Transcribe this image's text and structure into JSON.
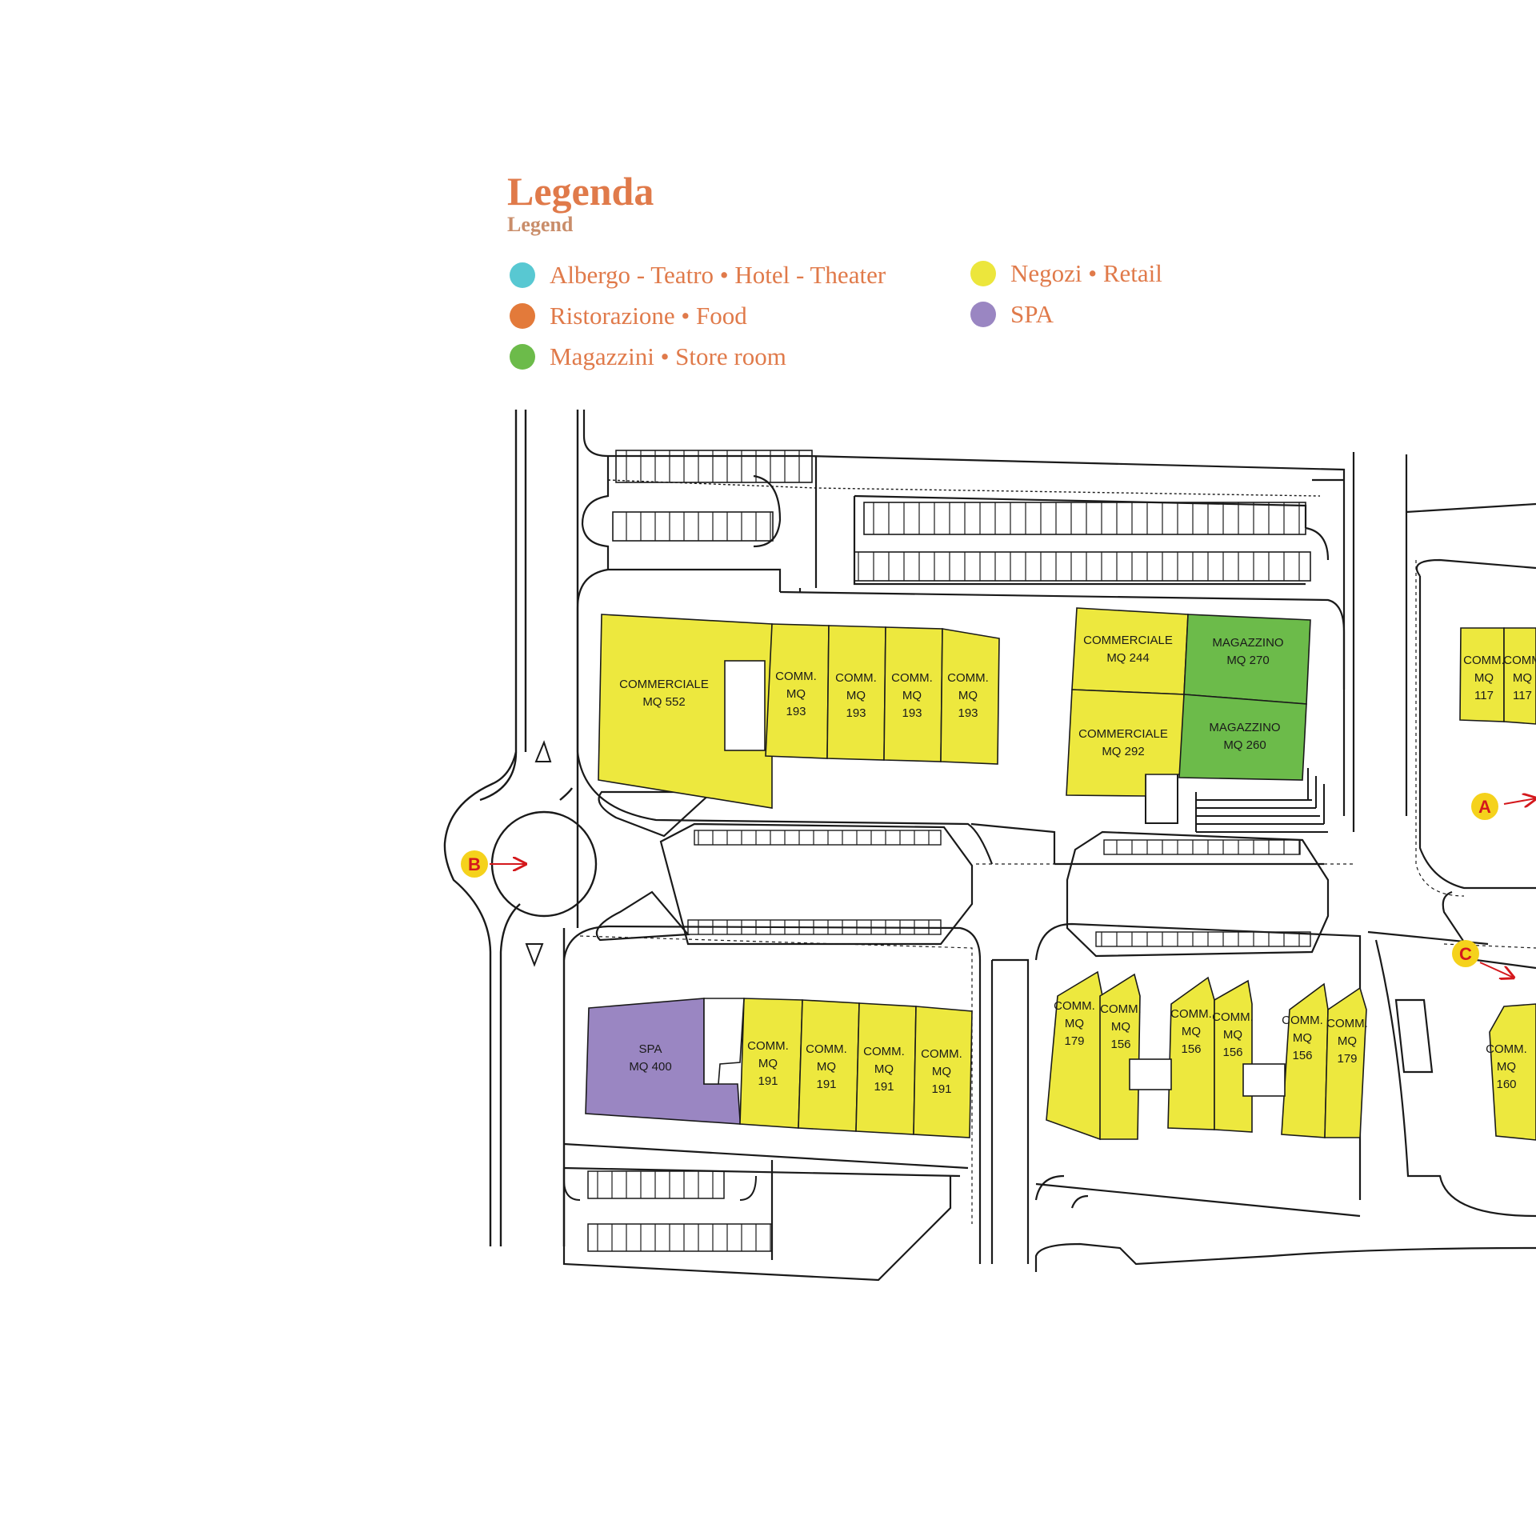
{
  "legend": {
    "title": "Legenda",
    "subtitle": "Legend",
    "items": [
      {
        "label": "Albergo - Teatro • Hotel - Theater",
        "color": "#58c8d2"
      },
      {
        "label": "Ristorazione • Food",
        "color": "#e37a3a"
      },
      {
        "label": "Magazzini • Store room",
        "color": "#6cbb4a"
      },
      {
        "label": "Negozi • Retail",
        "color": "#ece63c"
      },
      {
        "label": "SPA",
        "color": "#9a86c2"
      }
    ]
  },
  "colors": {
    "retail": "#ede83e",
    "storage": "#6cbb4a",
    "spa": "#9a86c2",
    "marker": "#f5d21c",
    "marker_text": "#d4181c",
    "lines": "#1a1a1a"
  },
  "units": {
    "u552": [
      "COMMERCIALE",
      "MQ  552"
    ],
    "u193a": [
      "COMM.",
      "MQ",
      "193"
    ],
    "u193b": [
      "COMM.",
      "MQ",
      "193"
    ],
    "u193c": [
      "COMM.",
      "MQ",
      "193"
    ],
    "u193d": [
      "COMM.",
      "MQ",
      "193"
    ],
    "u244": [
      "COMMERCIALE",
      "MQ  244"
    ],
    "u270": [
      "MAGAZZINO",
      "MQ  270"
    ],
    "u292": [
      "COMMERCIALE",
      "MQ  292"
    ],
    "u260": [
      "MAGAZZINO",
      "MQ  260"
    ],
    "u117a": [
      "COMM.",
      "MQ",
      "117"
    ],
    "u117b": [
      "COMM",
      "MQ",
      "117"
    ],
    "u400": [
      "SPA",
      "MQ  400"
    ],
    "u191a": [
      "COMM.",
      "MQ",
      "191"
    ],
    "u191b": [
      "COMM.",
      "MQ",
      "191"
    ],
    "u191c": [
      "COMM.",
      "MQ",
      "191"
    ],
    "u191d": [
      "COMM.",
      "MQ",
      "191"
    ],
    "u179a": [
      "COMM.",
      "MQ",
      "179"
    ],
    "u156a": [
      "COMM.",
      "MQ",
      "156"
    ],
    "u156b": [
      "COMM.",
      "MQ",
      "156"
    ],
    "u156c": [
      "COMM.",
      "MQ",
      "156"
    ],
    "u156d": [
      "COMM.",
      "MQ",
      "156"
    ],
    "u179b": [
      "COMM.",
      "MQ",
      "179"
    ],
    "u160": [
      "COMM.",
      "MQ",
      "160"
    ]
  },
  "markers": {
    "a": "A",
    "b": "B",
    "c": "C"
  }
}
